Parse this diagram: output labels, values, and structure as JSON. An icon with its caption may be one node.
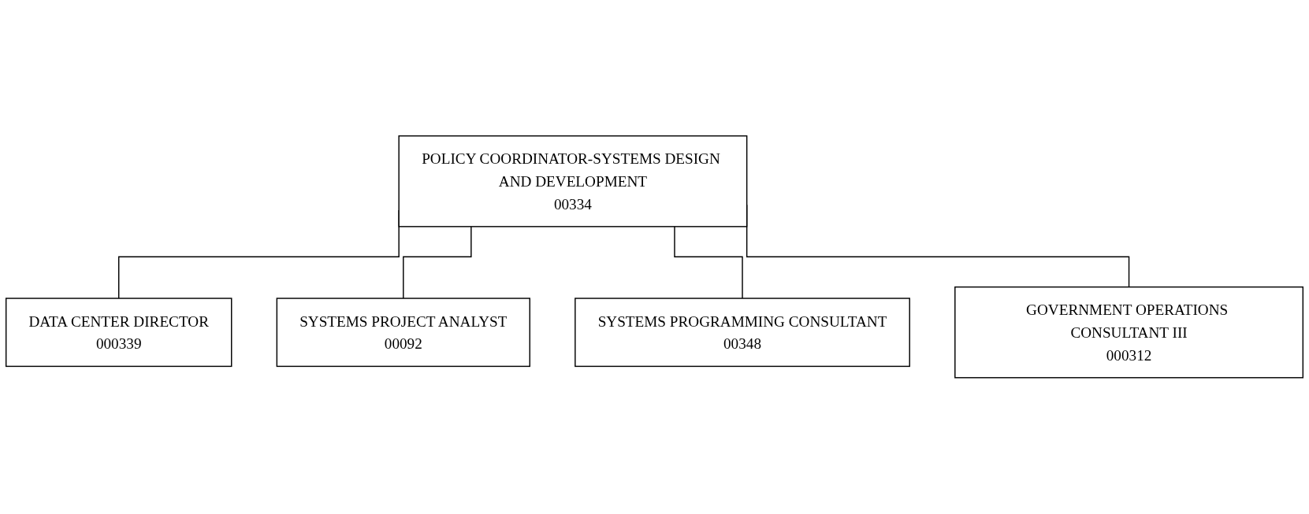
{
  "diagram": {
    "nodes": [
      {
        "text": [
          "POLICY COORDINATOR-SYSTEMS DESIGN AND DEVELOPMENT",
          "00334"
        ]
      },
      {
        "text": [
          "DATA CENTER DIRECTOR",
          "000339"
        ]
      },
      {
        "text": [
          "SYSTEMS PROJECT ANALYST",
          "00092"
        ]
      },
      {
        "text": [
          "SYSTEMS PROGRAMMING CONSULTANT",
          "00348"
        ]
      },
      {
        "text": [
          "GOVERNMENT OPERATIONS CONSULTANT III",
          "000312"
        ]
      }
    ],
    "edges": [
      {
        "from": 0,
        "to": 1,
        "arrow": "none"
      },
      {
        "from": 0,
        "to": 2,
        "arrow": "none"
      },
      {
        "from": 0,
        "to": 3,
        "arrow": "none"
      },
      {
        "from": 0,
        "to": 4,
        "arrow": "none"
      }
    ]
  }
}
